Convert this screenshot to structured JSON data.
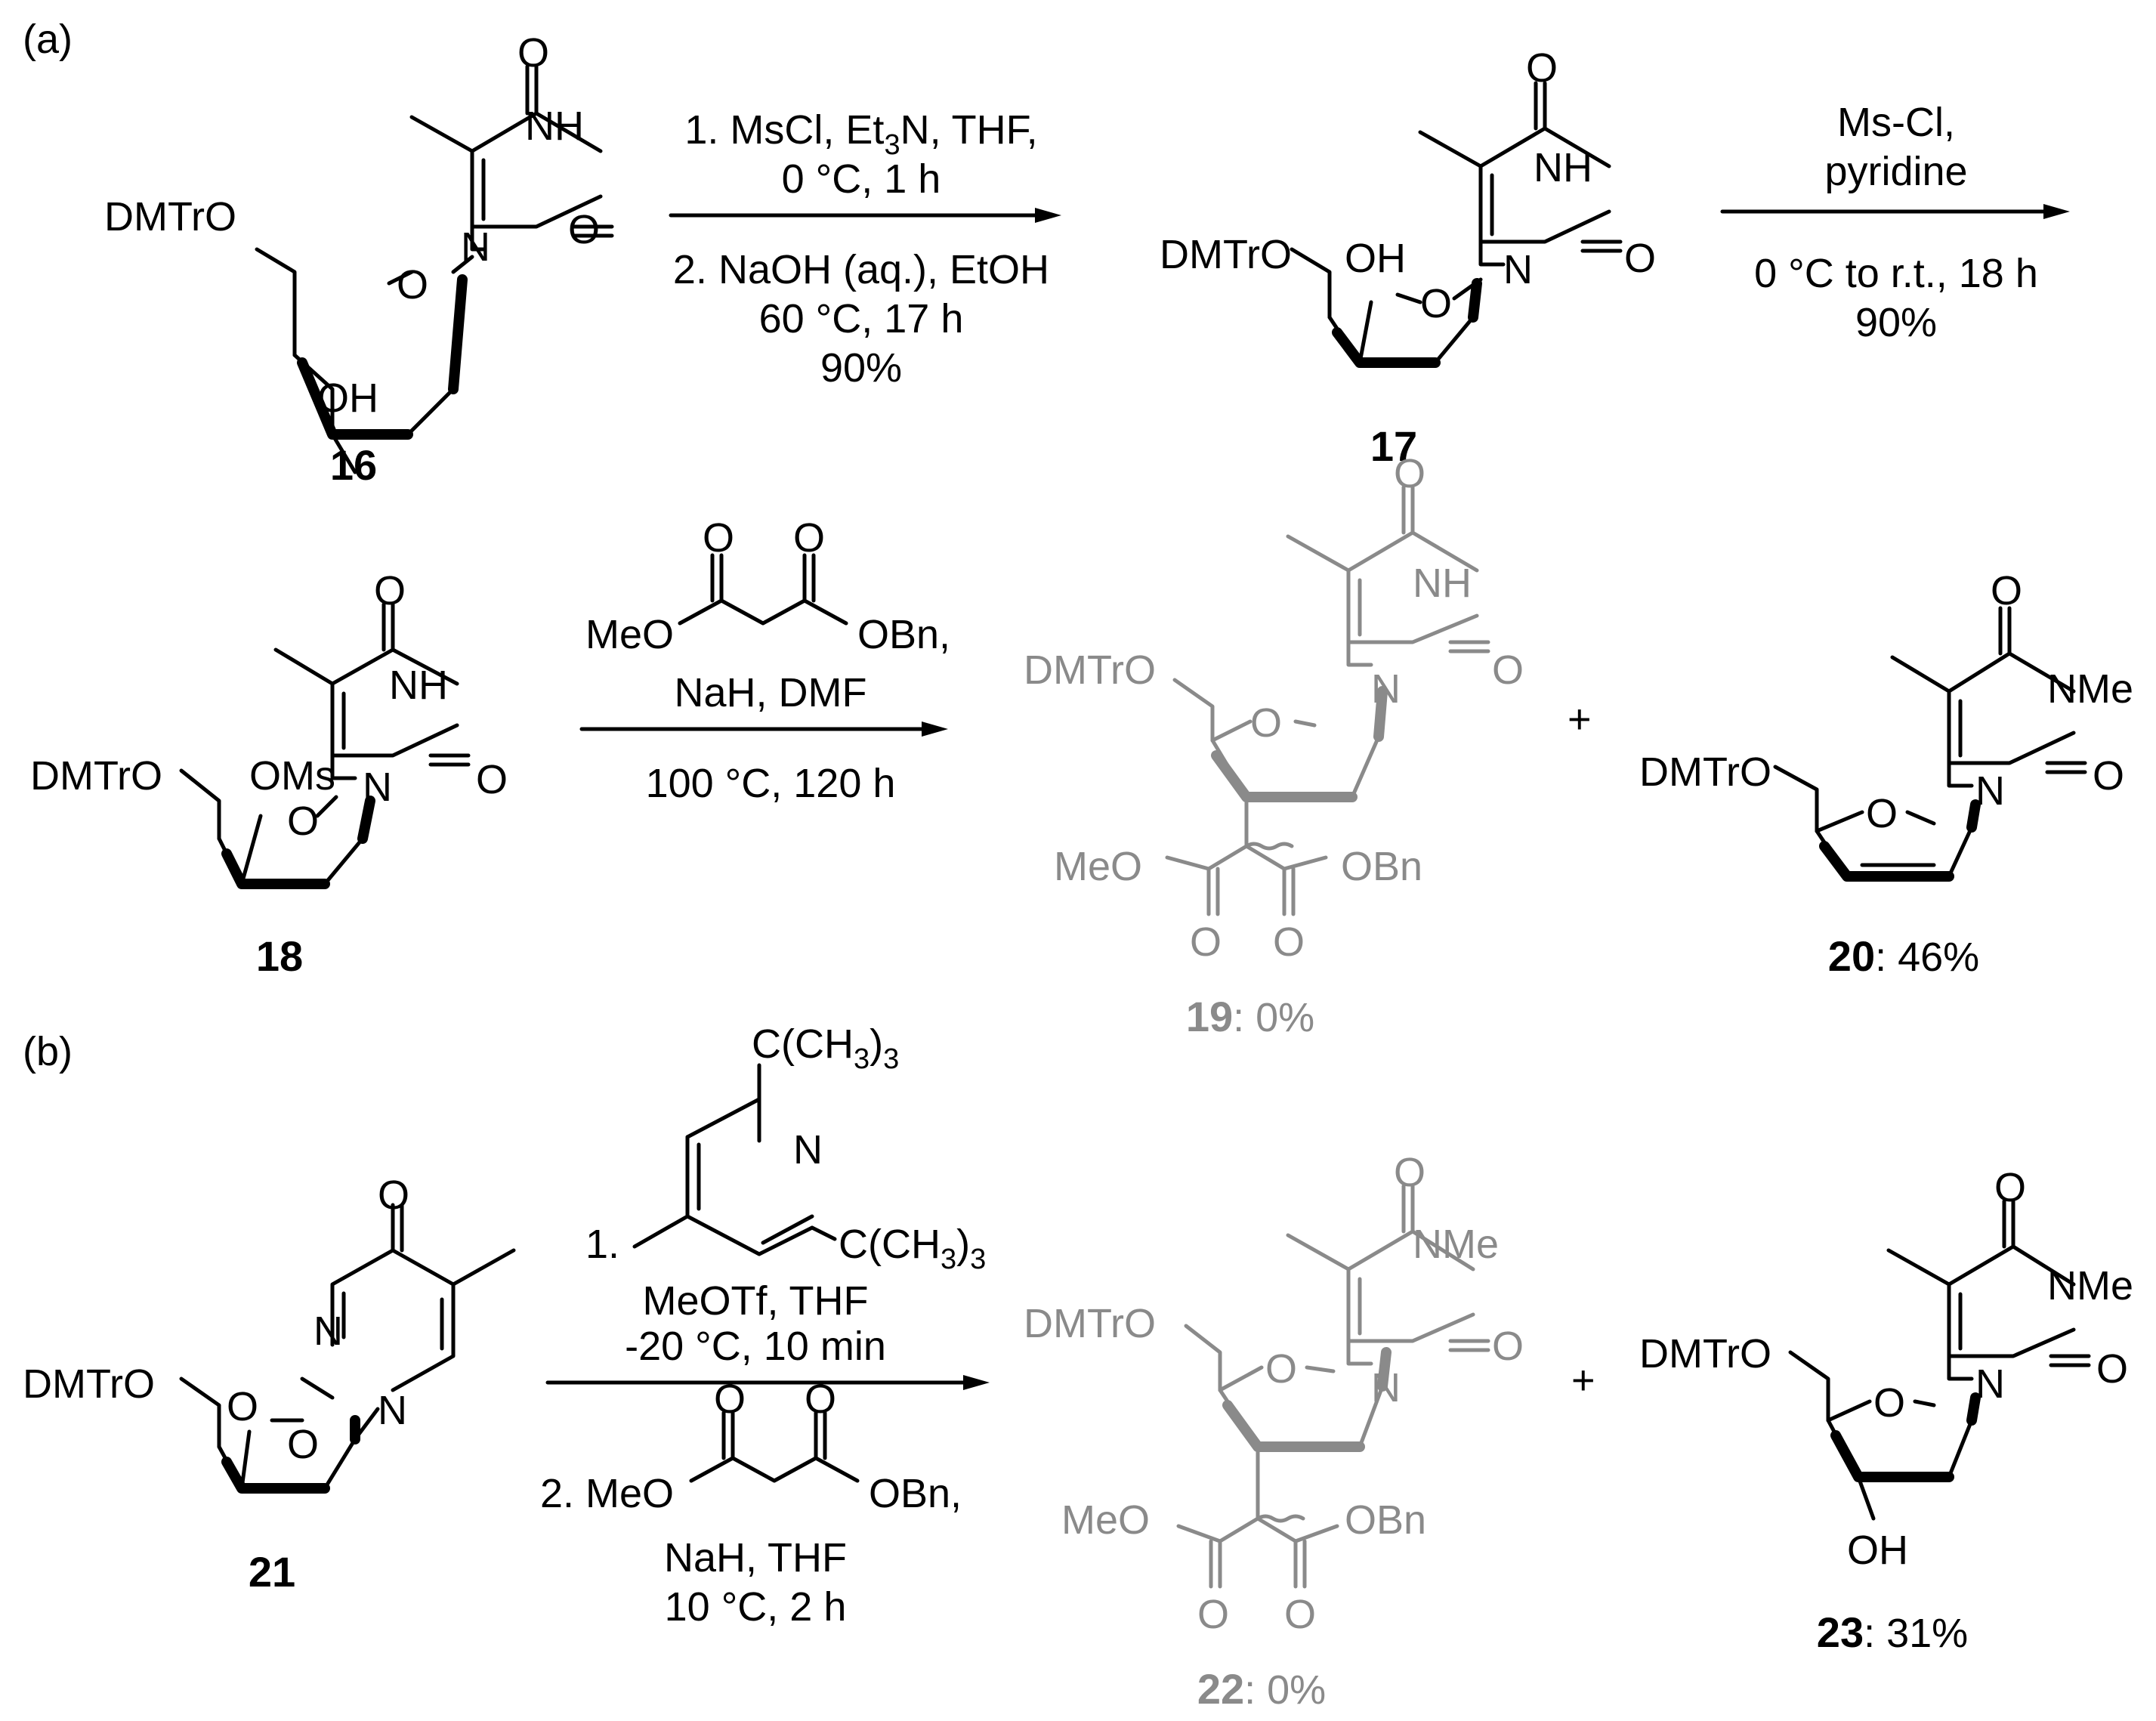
{
  "panels": {
    "a": "(a)",
    "b": "(b)"
  },
  "colors": {
    "ink": "#000000",
    "greyed": "#8a8a8a",
    "background": "#ffffff"
  },
  "compounds": {
    "c16": {
      "number": "16",
      "labels": {
        "dmtro": "DMTrO",
        "nh": "NH",
        "oh": "OH"
      }
    },
    "c17": {
      "number": "17",
      "labels": {
        "dmtro": "DMTrO",
        "nh": "NH",
        "oh": "OH"
      }
    },
    "c18": {
      "number": "18",
      "labels": {
        "dmtro": "DMTrO",
        "nh": "NH",
        "oms": "OMs"
      }
    },
    "c19": {
      "number": "19",
      "yield": ": 0%",
      "labels": {
        "dmtro": "DMTrO",
        "nh": "NH",
        "meo": "MeO",
        "obn": "OBn"
      }
    },
    "c20": {
      "number": "20",
      "yield": ": 46%",
      "labels": {
        "dmtro": "DMTrO",
        "nme": "NMe"
      }
    },
    "c21": {
      "number": "21",
      "labels": {
        "dmtro": "DMTrO"
      }
    },
    "c22": {
      "number": "22",
      "yield": ": 0%",
      "labels": {
        "dmtro": "DMTrO",
        "nme": "NMe",
        "meo": "MeO",
        "obn": "OBn"
      }
    },
    "c23": {
      "number": "23",
      "yield": ": 31%",
      "labels": {
        "dmtro": "DMTrO",
        "nme": "NMe",
        "oh": "OH"
      }
    }
  },
  "atoms": {
    "oxygen": "O",
    "nitrogen": "N",
    "plus": "+"
  },
  "conditions": {
    "step1": {
      "above_1a": "1. MsCl, Et",
      "above_1b": "3",
      "above_1c": "N, THF,",
      "above_2": "0 °C, 1 h",
      "below_1": "2. NaOH (aq.), EtOH",
      "below_2": "60 °C, 17 h",
      "below_3": "90%"
    },
    "step2": {
      "above_1": "Ms-Cl,",
      "above_2": "pyridine",
      "below_1": "0 °C to r.t., 18 h",
      "below_2": "90%"
    },
    "step3": {
      "reagent_meo": "MeO",
      "reagent_obn": "OBn,",
      "above_2": "NaH, DMF",
      "below_1": "100 °C, 120 h"
    },
    "step4": {
      "tbu_top": "C(CH",
      "tbu_top_sub": "3",
      "tbu_top_end": ")",
      "tbu_top_sub2": "3",
      "tbu_right": "C(CH",
      "tbu_right_sub": "3",
      "tbu_right_end": ")",
      "tbu_right_sub2": "3",
      "item1": "1.",
      "above_1": "MeOTf, THF",
      "above_2": "-20 °C, 10 min",
      "below_meo": "2. MeO",
      "below_obn": "OBn,",
      "below_2": "NaH, THF",
      "below_3": "10 °C, 2 h"
    }
  }
}
